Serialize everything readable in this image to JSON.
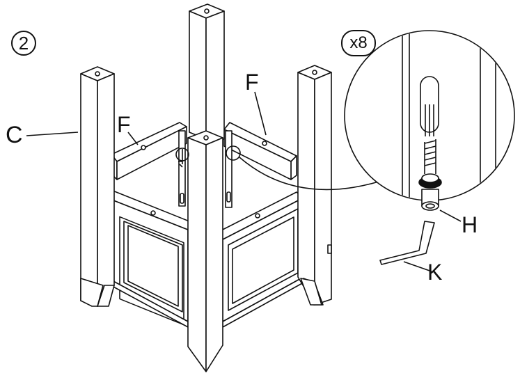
{
  "step": "2",
  "quantity": "x8",
  "labels": {
    "leg": "C",
    "rail_left": "F",
    "rail_right": "F",
    "bolt": "H",
    "wrench": "K"
  },
  "colors": {
    "line": "#111111",
    "background": "#ffffff"
  }
}
